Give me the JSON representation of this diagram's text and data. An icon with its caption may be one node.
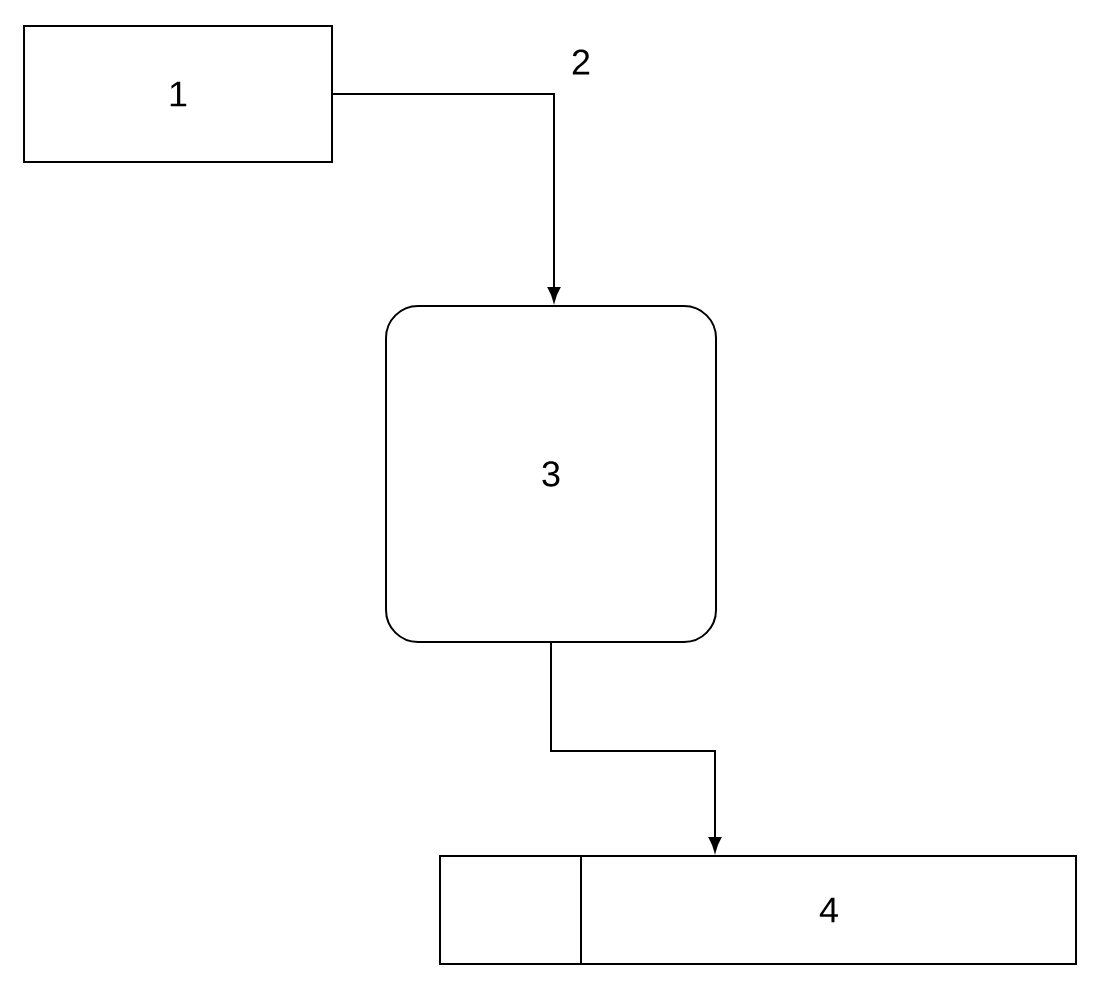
{
  "diagram": {
    "nodes": [
      {
        "text": [
          "1"
        ]
      },
      {
        "text": [
          "3"
        ]
      },
      {
        "text": [
          "4"
        ]
      }
    ],
    "edges": [
      {
        "from": 0,
        "to": 1,
        "arrow": "to",
        "label": "2"
      },
      {
        "from": 1,
        "to": 2,
        "arrow": "to"
      }
    ]
  }
}
